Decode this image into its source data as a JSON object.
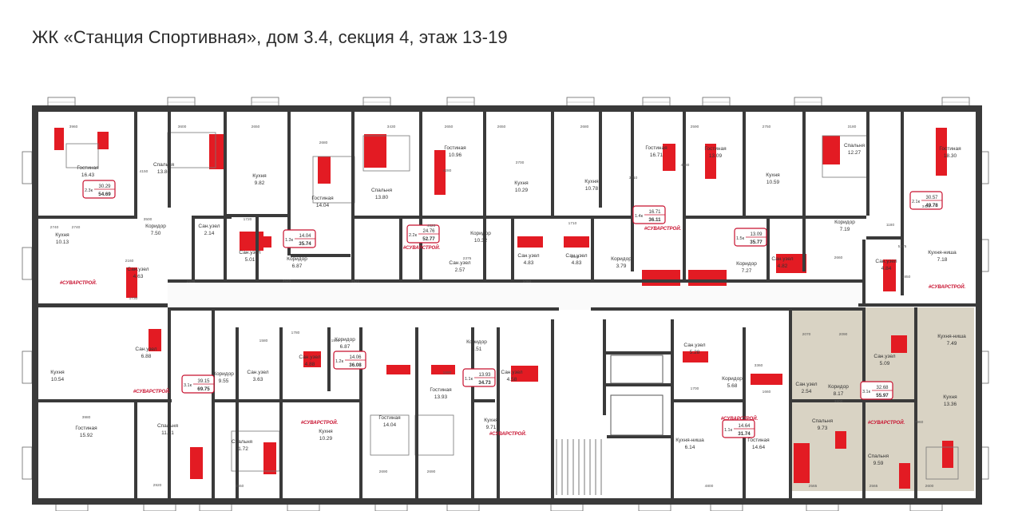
{
  "title": "ЖК «Станция Спортивная», дом 3.4, секция 4, этаж 13-19",
  "colors": {
    "wall": "#3a3a3a",
    "red_furniture": "#e31b23",
    "highlight_area": "#d9d3c4",
    "brand": "#c8102e"
  },
  "brand_mark": "#СУВАРСТРОЙ.",
  "rooms": [
    {
      "id": "r1",
      "name": "Гостиная",
      "area": "16.43"
    },
    {
      "id": "r2",
      "name": "Спальня",
      "area": "13.86"
    },
    {
      "id": "r3",
      "name": "Кухня",
      "area": "9.82"
    },
    {
      "id": "r4",
      "name": "Гостиная",
      "area": "14.04"
    },
    {
      "id": "r5",
      "name": "Спальня",
      "area": "13.80"
    },
    {
      "id": "r6",
      "name": "Гостиная",
      "area": "10.96"
    },
    {
      "id": "r7",
      "name": "Кухня",
      "area": "10.29"
    },
    {
      "id": "r8",
      "name": "Кухня",
      "area": "10.78"
    },
    {
      "id": "r9",
      "name": "Гостиная",
      "area": "16.71"
    },
    {
      "id": "r10",
      "name": "Гостиная",
      "area": "13.09"
    },
    {
      "id": "r11",
      "name": "Кухня",
      "area": "10.59"
    },
    {
      "id": "r12",
      "name": "Спальня",
      "area": "12.27"
    },
    {
      "id": "r13",
      "name": "Гостиная",
      "area": "18.30"
    },
    {
      "id": "r14",
      "name": "Кухня",
      "area": "10.13"
    },
    {
      "id": "r15",
      "name": "Коридор",
      "area": "7.50"
    },
    {
      "id": "r16",
      "name": "Сан.узел",
      "area": "2.14"
    },
    {
      "id": "r17",
      "name": "Сан.узел",
      "area": "5.01"
    },
    {
      "id": "r18",
      "name": "Коридор",
      "area": "6.87"
    },
    {
      "id": "r19",
      "name": "Сан.узел",
      "area": "4.63"
    },
    {
      "id": "r20",
      "name": "Коридор",
      "area": "10.32"
    },
    {
      "id": "r21",
      "name": "Сан.узел",
      "area": "2.57"
    },
    {
      "id": "r22",
      "name": "Сан.узел",
      "area": "4.83"
    },
    {
      "id": "r23",
      "name": "Сан.узел",
      "area": "4.83"
    },
    {
      "id": "r24",
      "name": "Коридор",
      "area": "3.79"
    },
    {
      "id": "r25",
      "name": "Коридор",
      "area": "7.27"
    },
    {
      "id": "r26",
      "name": "Сан.узел",
      "area": "4.82"
    },
    {
      "id": "r27",
      "name": "Коридор",
      "area": "7.19"
    },
    {
      "id": "r28",
      "name": "Сан.узел",
      "area": "4.84"
    },
    {
      "id": "r29",
      "name": "Кухня-ниша",
      "area": "7.18"
    },
    {
      "id": "r30",
      "name": "Кухня",
      "area": "10.54"
    },
    {
      "id": "r31",
      "name": "Сан.узел",
      "area": "6.88"
    },
    {
      "id": "r32",
      "name": "Коридор",
      "area": "9.55"
    },
    {
      "id": "r33",
      "name": "Сан.узел",
      "area": "3.63"
    },
    {
      "id": "r34",
      "name": "Сан.узел",
      "area": "4.88"
    },
    {
      "id": "r35",
      "name": "Коридор",
      "area": "6.87"
    },
    {
      "id": "r36",
      "name": "Коридор",
      "area": "6.51"
    },
    {
      "id": "r37",
      "name": "Сан.узел",
      "area": "4.58"
    },
    {
      "id": "r38",
      "name": "Сан.узел",
      "area": "5.28"
    },
    {
      "id": "r39",
      "name": "Коридор",
      "area": "5.68"
    },
    {
      "id": "r40",
      "name": "Сан.узел",
      "area": "5.09"
    },
    {
      "id": "r41",
      "name": "Кухня-ниша",
      "area": "7.49"
    },
    {
      "id": "r42",
      "name": "Сан.узел",
      "area": "2.54"
    },
    {
      "id": "r43",
      "name": "Коридор",
      "area": "8.17"
    },
    {
      "id": "r44",
      "name": "Кухня",
      "area": "13.36"
    },
    {
      "id": "r45",
      "name": "Гостиная",
      "area": "15.92"
    },
    {
      "id": "r46",
      "name": "Спальня",
      "area": "11.51"
    },
    {
      "id": "r47",
      "name": "Спальня",
      "area": "11.72"
    },
    {
      "id": "r48",
      "name": "Кухня",
      "area": "10.29"
    },
    {
      "id": "r49",
      "name": "Гостиная",
      "area": "14.04"
    },
    {
      "id": "r50",
      "name": "Гостиная",
      "area": "13.93"
    },
    {
      "id": "r51",
      "name": "Кухня",
      "area": "9.71"
    },
    {
      "id": "r52",
      "name": "Кухня-ниша",
      "area": "6.14"
    },
    {
      "id": "r53",
      "name": "Гостиная",
      "area": "14.64"
    },
    {
      "id": "r54",
      "name": "Спальня",
      "area": "9.73"
    },
    {
      "id": "r55",
      "name": "Спальня",
      "area": "9.59"
    }
  ],
  "badges": [
    {
      "id": "b1",
      "rooms": "2.3к",
      "living": "30.29",
      "total": "54.69"
    },
    {
      "id": "b2",
      "rooms": "1.3к",
      "living": "14.04",
      "total": "35.74"
    },
    {
      "id": "b3",
      "rooms": "2.2к",
      "living": "24.76",
      "total": "52.77"
    },
    {
      "id": "b4",
      "rooms": "1.4к",
      "living": "16.71",
      "total": "36.11"
    },
    {
      "id": "b5",
      "rooms": "1.5к",
      "living": "13.09",
      "total": "35.77"
    },
    {
      "id": "b6",
      "rooms": "2.1к",
      "living": "30.57",
      "total": "49.78"
    },
    {
      "id": "b7",
      "rooms": "3.1к",
      "living": "39.15",
      "total": "69.75"
    },
    {
      "id": "b8",
      "rooms": "1.2к",
      "living": "14.06",
      "total": "36.08"
    },
    {
      "id": "b9",
      "rooms": "1.1к",
      "living": "13.93",
      "total": "34.73"
    },
    {
      "id": "b10",
      "rooms": "1.1к",
      "living": "14.64",
      "total": "31.74"
    },
    {
      "id": "b11",
      "rooms": "3.1к",
      "living": "32.68",
      "total": "55.97"
    }
  ],
  "dimensions": [
    "3960",
    "3600",
    "2650",
    "2680",
    "3430",
    "2650",
    "2650",
    "2680",
    "2590",
    "2750",
    "3180",
    "4620",
    "2740",
    "3500",
    "2160",
    "1720",
    "1710",
    "1730",
    "2535",
    "3620",
    "4520",
    "2375",
    "1840",
    "1060",
    "1850",
    "2660",
    "3360",
    "3980",
    "2920",
    "2650",
    "2690",
    "2690",
    "4800",
    "2565",
    "2565",
    "2600",
    "7960",
    "3900",
    "2070",
    "2090",
    "1780",
    "1580",
    "1540",
    "1700",
    "1660",
    "1180",
    "1590",
    "2740",
    "4150",
    "4280",
    "3700",
    "3710",
    "4880",
    "3420",
    "5275"
  ]
}
